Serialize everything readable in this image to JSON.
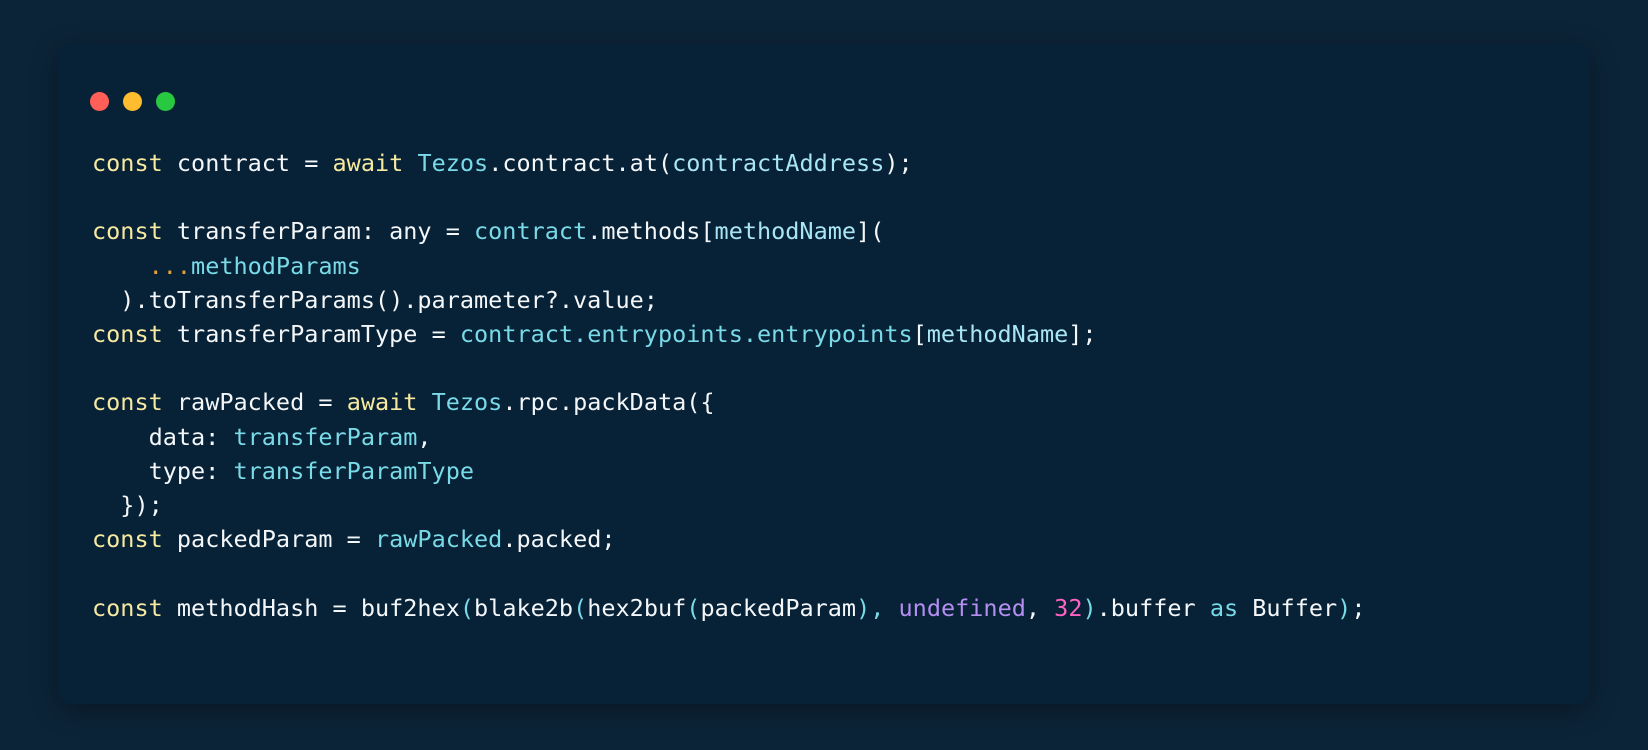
{
  "window": {
    "dots": [
      {
        "name": "close-dot",
        "color": "#ff5f57"
      },
      {
        "name": "minimize-dot",
        "color": "#febc2e"
      },
      {
        "name": "maximize-dot",
        "color": "#28c840"
      }
    ]
  },
  "theme": {
    "page_background": "#0c2438",
    "card_background": "#072136",
    "keyword": "#f6e9a0",
    "plain": "#f4f7f9",
    "object": "#79dbe8",
    "param": "#a9e6f5",
    "spread": "#e5a13a",
    "undefined": "#b48ef0",
    "number": "#ff63c3"
  },
  "code": {
    "language": "typescript",
    "plain_text": "const contract = await Tezos.contract.at(contractAddress);\n\nconst transferParam: any = contract.methods[methodName](\n    ...methodParams\n  ).toTransferParams().parameter?.value;\nconst transferParamType = contract.entrypoints.entrypoints[methodName];\n\nconst rawPacked = await Tezos.rpc.packData({\n    data: transferParam,\n    type: transferParamType\n  });\nconst packedParam = rawPacked.packed;\n\nconst methodHash = buf2hex(blake2b(hex2buf(packedParam), undefined, 32).buffer as Buffer);",
    "lines": [
      {
        "tokens": [
          {
            "t": "const",
            "c": "kw"
          },
          {
            "t": " contract ",
            "c": "plain"
          },
          {
            "t": "= ",
            "c": "plain"
          },
          {
            "t": "await",
            "c": "kw"
          },
          {
            "t": " ",
            "c": "plain"
          },
          {
            "t": "Tezos",
            "c": "obj"
          },
          {
            "t": ".contract.at(",
            "c": "plain"
          },
          {
            "t": "contractAddress",
            "c": "param"
          },
          {
            "t": ");",
            "c": "plain"
          }
        ]
      },
      {
        "tokens": []
      },
      {
        "tokens": [
          {
            "t": "const",
            "c": "kw"
          },
          {
            "t": " transferParam: any = ",
            "c": "plain"
          },
          {
            "t": "contract",
            "c": "obj"
          },
          {
            "t": ".methods[",
            "c": "plain"
          },
          {
            "t": "methodName",
            "c": "param"
          },
          {
            "t": "](",
            "c": "plain"
          }
        ]
      },
      {
        "tokens": [
          {
            "t": "    ",
            "c": "plain"
          },
          {
            "t": "...",
            "c": "spread"
          },
          {
            "t": "methodParams",
            "c": "obj"
          }
        ]
      },
      {
        "tokens": [
          {
            "t": "  ).toTransferParams().parameter?.value;",
            "c": "plain"
          }
        ]
      },
      {
        "tokens": [
          {
            "t": "const",
            "c": "kw"
          },
          {
            "t": " transferParamType = ",
            "c": "plain"
          },
          {
            "t": "contract.entrypoints.entrypoints",
            "c": "obj"
          },
          {
            "t": "[",
            "c": "plain"
          },
          {
            "t": "methodName",
            "c": "param"
          },
          {
            "t": "];",
            "c": "plain"
          }
        ]
      },
      {
        "tokens": []
      },
      {
        "tokens": [
          {
            "t": "const",
            "c": "kw"
          },
          {
            "t": " rawPacked = ",
            "c": "plain"
          },
          {
            "t": "await",
            "c": "kw"
          },
          {
            "t": " ",
            "c": "plain"
          },
          {
            "t": "Tezos",
            "c": "obj"
          },
          {
            "t": ".rpc.packData({",
            "c": "plain"
          }
        ]
      },
      {
        "tokens": [
          {
            "t": "    data: ",
            "c": "plain"
          },
          {
            "t": "transferParam",
            "c": "obj"
          },
          {
            "t": ",",
            "c": "plain"
          }
        ]
      },
      {
        "tokens": [
          {
            "t": "    type: ",
            "c": "plain"
          },
          {
            "t": "transferParamType",
            "c": "obj"
          }
        ]
      },
      {
        "tokens": [
          {
            "t": "  });",
            "c": "plain"
          }
        ]
      },
      {
        "tokens": [
          {
            "t": "const",
            "c": "kw"
          },
          {
            "t": " packedParam = ",
            "c": "plain"
          },
          {
            "t": "rawPacked",
            "c": "obj"
          },
          {
            "t": ".packed;",
            "c": "plain"
          }
        ]
      },
      {
        "tokens": []
      },
      {
        "tokens": [
          {
            "t": "const",
            "c": "kw"
          },
          {
            "t": " methodHash = ",
            "c": "plain"
          },
          {
            "t": "buf2hex",
            "c": "plain"
          },
          {
            "t": "(",
            "c": "obj"
          },
          {
            "t": "blake2b",
            "c": "plain"
          },
          {
            "t": "(",
            "c": "obj"
          },
          {
            "t": "hex2buf",
            "c": "plain"
          },
          {
            "t": "(",
            "c": "obj"
          },
          {
            "t": "packedParam",
            "c": "plain"
          },
          {
            "t": "), ",
            "c": "obj"
          },
          {
            "t": "undefined",
            "c": "undef"
          },
          {
            "t": ", ",
            "c": "plain"
          },
          {
            "t": "32",
            "c": "num"
          },
          {
            "t": ")",
            "c": "obj"
          },
          {
            "t": ".buffer ",
            "c": "plain"
          },
          {
            "t": "as",
            "c": "obj"
          },
          {
            "t": " Buffer",
            "c": "plain"
          },
          {
            "t": ")",
            "c": "obj"
          },
          {
            "t": ";",
            "c": "plain"
          }
        ]
      }
    ]
  }
}
